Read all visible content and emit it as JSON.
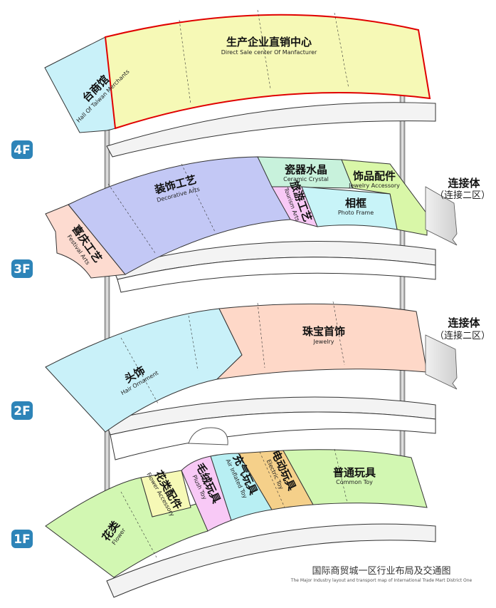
{
  "colors": {
    "pink": "#fddbd0",
    "yellow": "#f6f9b6",
    "blue_lavender": "#c3c8f5",
    "mint": "#c8f2dc",
    "lime": "#d9f7a8",
    "magenta": "#f8c9f6",
    "cyan": "#c8f4f8",
    "light_blue": "#c9f1f9",
    "apricot": "#fed8c8",
    "green": "#d2f7b2",
    "teal": "#b8eff3",
    "orange": "#f5d08a",
    "badge": "#2d84b8",
    "highlight_border": "#e00000"
  },
  "floors": [
    {
      "label": "4F"
    },
    {
      "label": "3F"
    },
    {
      "label": "2F"
    },
    {
      "label": "1F"
    }
  ],
  "zones": {
    "taiwan": {
      "cn": "台商馆",
      "en": "Hall Of Taiwan Merchants"
    },
    "direct_sale": {
      "cn": "生产企业直销中心",
      "en": "Direct Sale center Of Manfacturer"
    },
    "decorative": {
      "cn": "装饰工艺",
      "en": "Decorative Arts"
    },
    "festival": {
      "cn": "喜庆工艺",
      "en": "Festival Arts"
    },
    "ceramic": {
      "cn": "瓷器水晶",
      "en": "Ceramic Crystal"
    },
    "jewelry_acc": {
      "cn": "饰品配件",
      "en": "Jewelry Accessory"
    },
    "tourism": {
      "cn": "旅游工艺",
      "en": "Tourism Arts"
    },
    "photo": {
      "cn": "相框",
      "en": "Photo Frame"
    },
    "hair": {
      "cn": "头饰",
      "en": "Hair Ornament"
    },
    "jewelry": {
      "cn": "珠宝首饰",
      "en": "Jewelry"
    },
    "flower": {
      "cn": "花类",
      "en": "Flower"
    },
    "flower_acc": {
      "cn": "花类配件",
      "en": "Flower Accessory"
    },
    "plush": {
      "cn": "毛绒玩具",
      "en": "Plush Toy"
    },
    "air_toy": {
      "cn": "充气玩具",
      "en": "Air Inflated Toy"
    },
    "electric": {
      "cn": "电动玩具",
      "en": "Electric Toy"
    },
    "common": {
      "cn": "普通玩具",
      "en": "Common Toy"
    }
  },
  "connector": {
    "title": "连接体",
    "subtitle": "（连接二区）"
  },
  "caption": {
    "cn": "国际商贸城一区行业布局及交通图",
    "en": "The Major Industry layout and transport map of International Trade Mart District One"
  }
}
